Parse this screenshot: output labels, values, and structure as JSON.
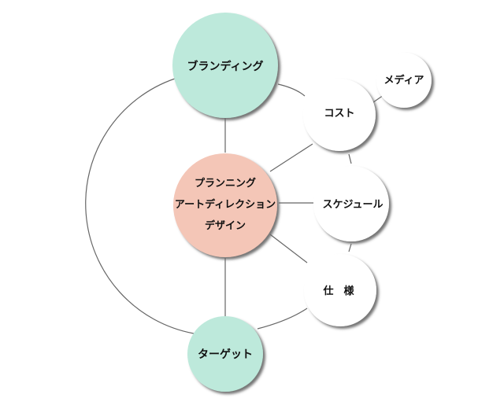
{
  "colors": {
    "teal": "#BDE9DB",
    "salmon": "#F4C6B7",
    "white": "#FFFFFF",
    "line": "#666666",
    "shadow": "#6E6E6E"
  },
  "nodes": {
    "branding": "ブランディング",
    "center": [
      "プランニング",
      "アートディレクション",
      "デザイン"
    ],
    "cost": "コスト",
    "media": "メディア",
    "schedule": "スケジュール",
    "spec": "仕　様",
    "target": "ターゲット"
  }
}
